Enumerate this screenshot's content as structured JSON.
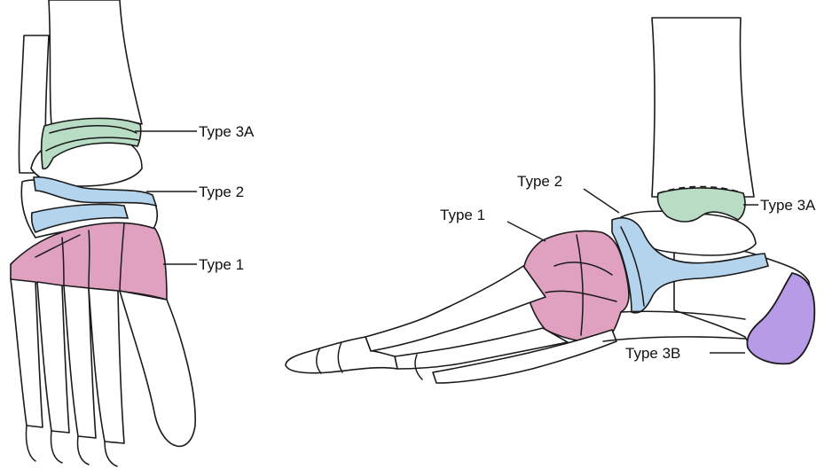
{
  "colors": {
    "type1": "#e0a0c0",
    "type2": "#b4d4ee",
    "type3a": "#b8dcc4",
    "type3b": "#b79be6",
    "outline": "#1a1a1a"
  },
  "front_view": {
    "type3a_label": "Type 3A",
    "type2_label": "Type 2",
    "type1_label": "Type 1"
  },
  "side_view": {
    "type2_label": "Type 2",
    "type1_label": "Type 1",
    "type3a_label": "Type 3A",
    "type3b_label": "Type 3B"
  }
}
